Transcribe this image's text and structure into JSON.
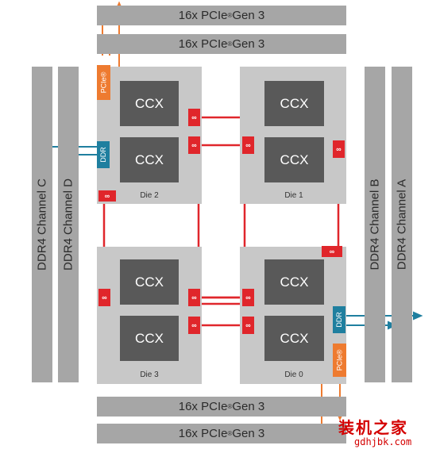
{
  "pcie_slots": [
    {
      "label": "16x PCIe",
      "mark": "®",
      "gen": " Gen 3"
    },
    {
      "label": "16x PCIe",
      "mark": "®",
      "gen": " Gen 3"
    },
    {
      "label": "16x PCIe",
      "mark": "®",
      "gen": " Gen 3"
    },
    {
      "label": "16x PCIe",
      "mark": "®",
      "gen": " Gen 3"
    }
  ],
  "ddr_channels": [
    "DDR4 Channel C",
    "DDR4 Channel D",
    "DDR4 Channel B",
    "DDR4 Channel A"
  ],
  "dies": [
    {
      "label": "Die 2",
      "ccx": [
        "CCX",
        "CCX"
      ]
    },
    {
      "label": "Die 1",
      "ccx": [
        "CCX",
        "CCX"
      ]
    },
    {
      "label": "Die 3",
      "ccx": [
        "CCX",
        "CCX"
      ]
    },
    {
      "label": "Die 0",
      "ccx": [
        "CCX",
        "CCX"
      ]
    }
  ],
  "infinity_fabric_symbol": "∞",
  "ddr_controller_label": "DDR",
  "pcie_controller_label": "PCIe®",
  "watermark": {
    "text": "装机之家",
    "url": "gdhjbk.com"
  },
  "colors": {
    "infinity_fabric": "#e0262b",
    "ddr_link": "#1f7f9f",
    "pcie_link": "#ee7b30",
    "die": "#c8c8c8",
    "ccx": "#595959",
    "bus": "#a6a6a6"
  }
}
